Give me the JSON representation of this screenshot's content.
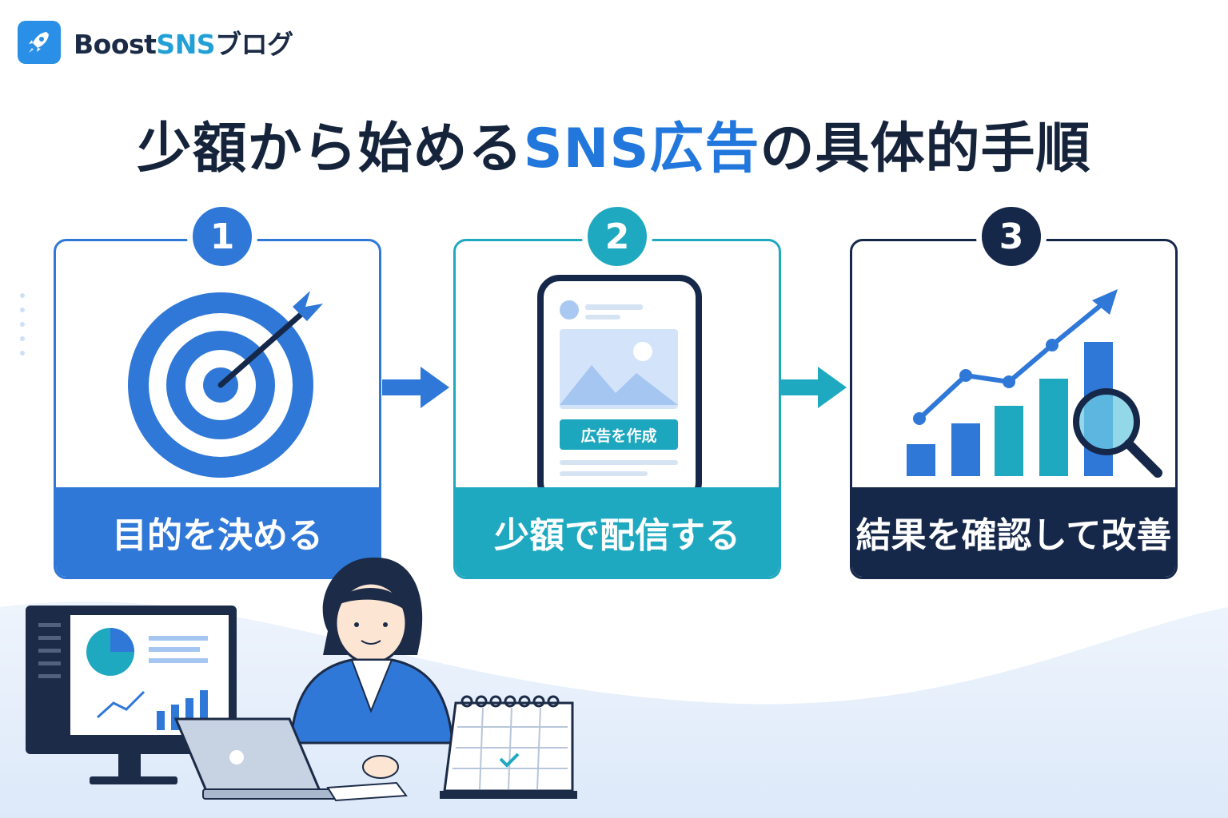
{
  "brand": {
    "name_main": "Boost",
    "name_accent": "SNS",
    "name_suffix": "ブログ",
    "logo_icon": "rocket-icon"
  },
  "headline": {
    "part1": "少額から始める",
    "highlight": "SNS広告",
    "part2": "の具体的手順"
  },
  "steps": [
    {
      "number": "1",
      "label": "目的を決める",
      "icon": "target-icon",
      "color": "#2f78d8"
    },
    {
      "number": "2",
      "label": "少額で配信する",
      "icon": "smartphone-ad-icon",
      "color": "#1fa9c0",
      "button_label": "広告を作成"
    },
    {
      "number": "3",
      "label": "結果を確認して改善",
      "icon": "growth-chart-icon",
      "color": "#16284a"
    }
  ],
  "colors": {
    "blue": "#2f78d8",
    "teal": "#1fa9c0",
    "navy": "#16284a",
    "headline_highlight": "#2277dd"
  }
}
